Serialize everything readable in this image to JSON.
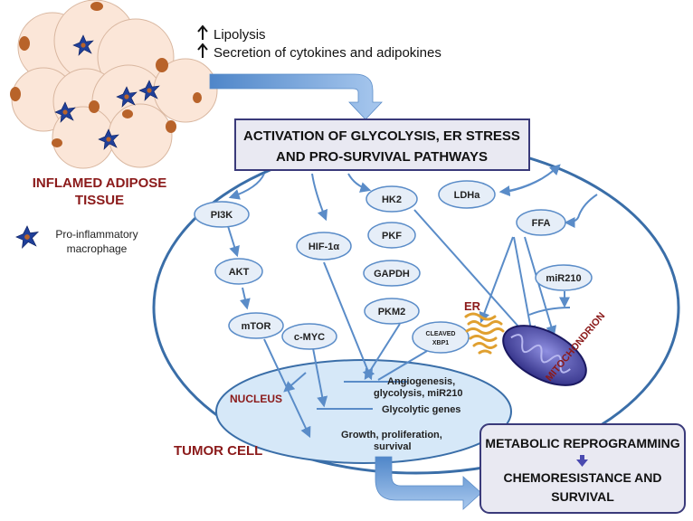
{
  "adipose": {
    "label_line1": "INFLAMED ADIPOSE",
    "label_line2": "TISSUE",
    "effect1": "Lipolysis",
    "effect2": "Secretion of cytokines and adipokines",
    "legend_line1": "Pro-inflammatory",
    "legend_line2": "macrophage"
  },
  "activation_box": {
    "line1": "ACTIVATION OF GLYCOLYSIS, ER STRESS",
    "line2": "AND PRO-SURVIVAL  PATHWAYS"
  },
  "nodes": {
    "pi3k": "PI3K",
    "akt": "AKT",
    "mtor": "mTOR",
    "hif": "HIF-1α",
    "cmyc": "c-MYC",
    "hk2": "HK2",
    "pkf": "PKF",
    "gapdh": "GAPDH",
    "pkm2": "PKM2",
    "xbp1_line1": "CLEAVED",
    "xbp1_line2": "XBP1",
    "ldha": "LDHa",
    "ffa": "FFA",
    "mir210": "miR210"
  },
  "organelles": {
    "er": "ER",
    "mitochondrion": "MITOCHONDRION",
    "nucleus": "NUCLEUS"
  },
  "nucleus_outputs": {
    "out1_line1": "Angiogenesis,",
    "out1_line2": "glycolysis, miR210",
    "out2": "Glycolytic genes",
    "out3_line1": "Growth, proliferation,",
    "out3_line2": "survival"
  },
  "cell_label": "TUMOR CELL",
  "outcome_box": {
    "line1": "METABOLIC REPROGRAMMING",
    "line2": "CHEMORESISTANCE AND",
    "line3": "SURVIVAL"
  },
  "colors": {
    "arrow": "#5a8cc8",
    "node_fill": "#e6eef8",
    "node_stroke": "#5a8cc8",
    "box_stroke": "#3a3a7a",
    "box_fill": "#e9e9f2",
    "dark_red": "#8b1a1a",
    "nucleus_fill": "#d6e8f8",
    "cell_stroke": "#3a6ea8",
    "fat_cell": "#fbe6d8",
    "fat_nucleus": "#b8632a",
    "macrophage": "#1f3f99",
    "er": "#e0a030",
    "mito": "#3b3aa0"
  }
}
